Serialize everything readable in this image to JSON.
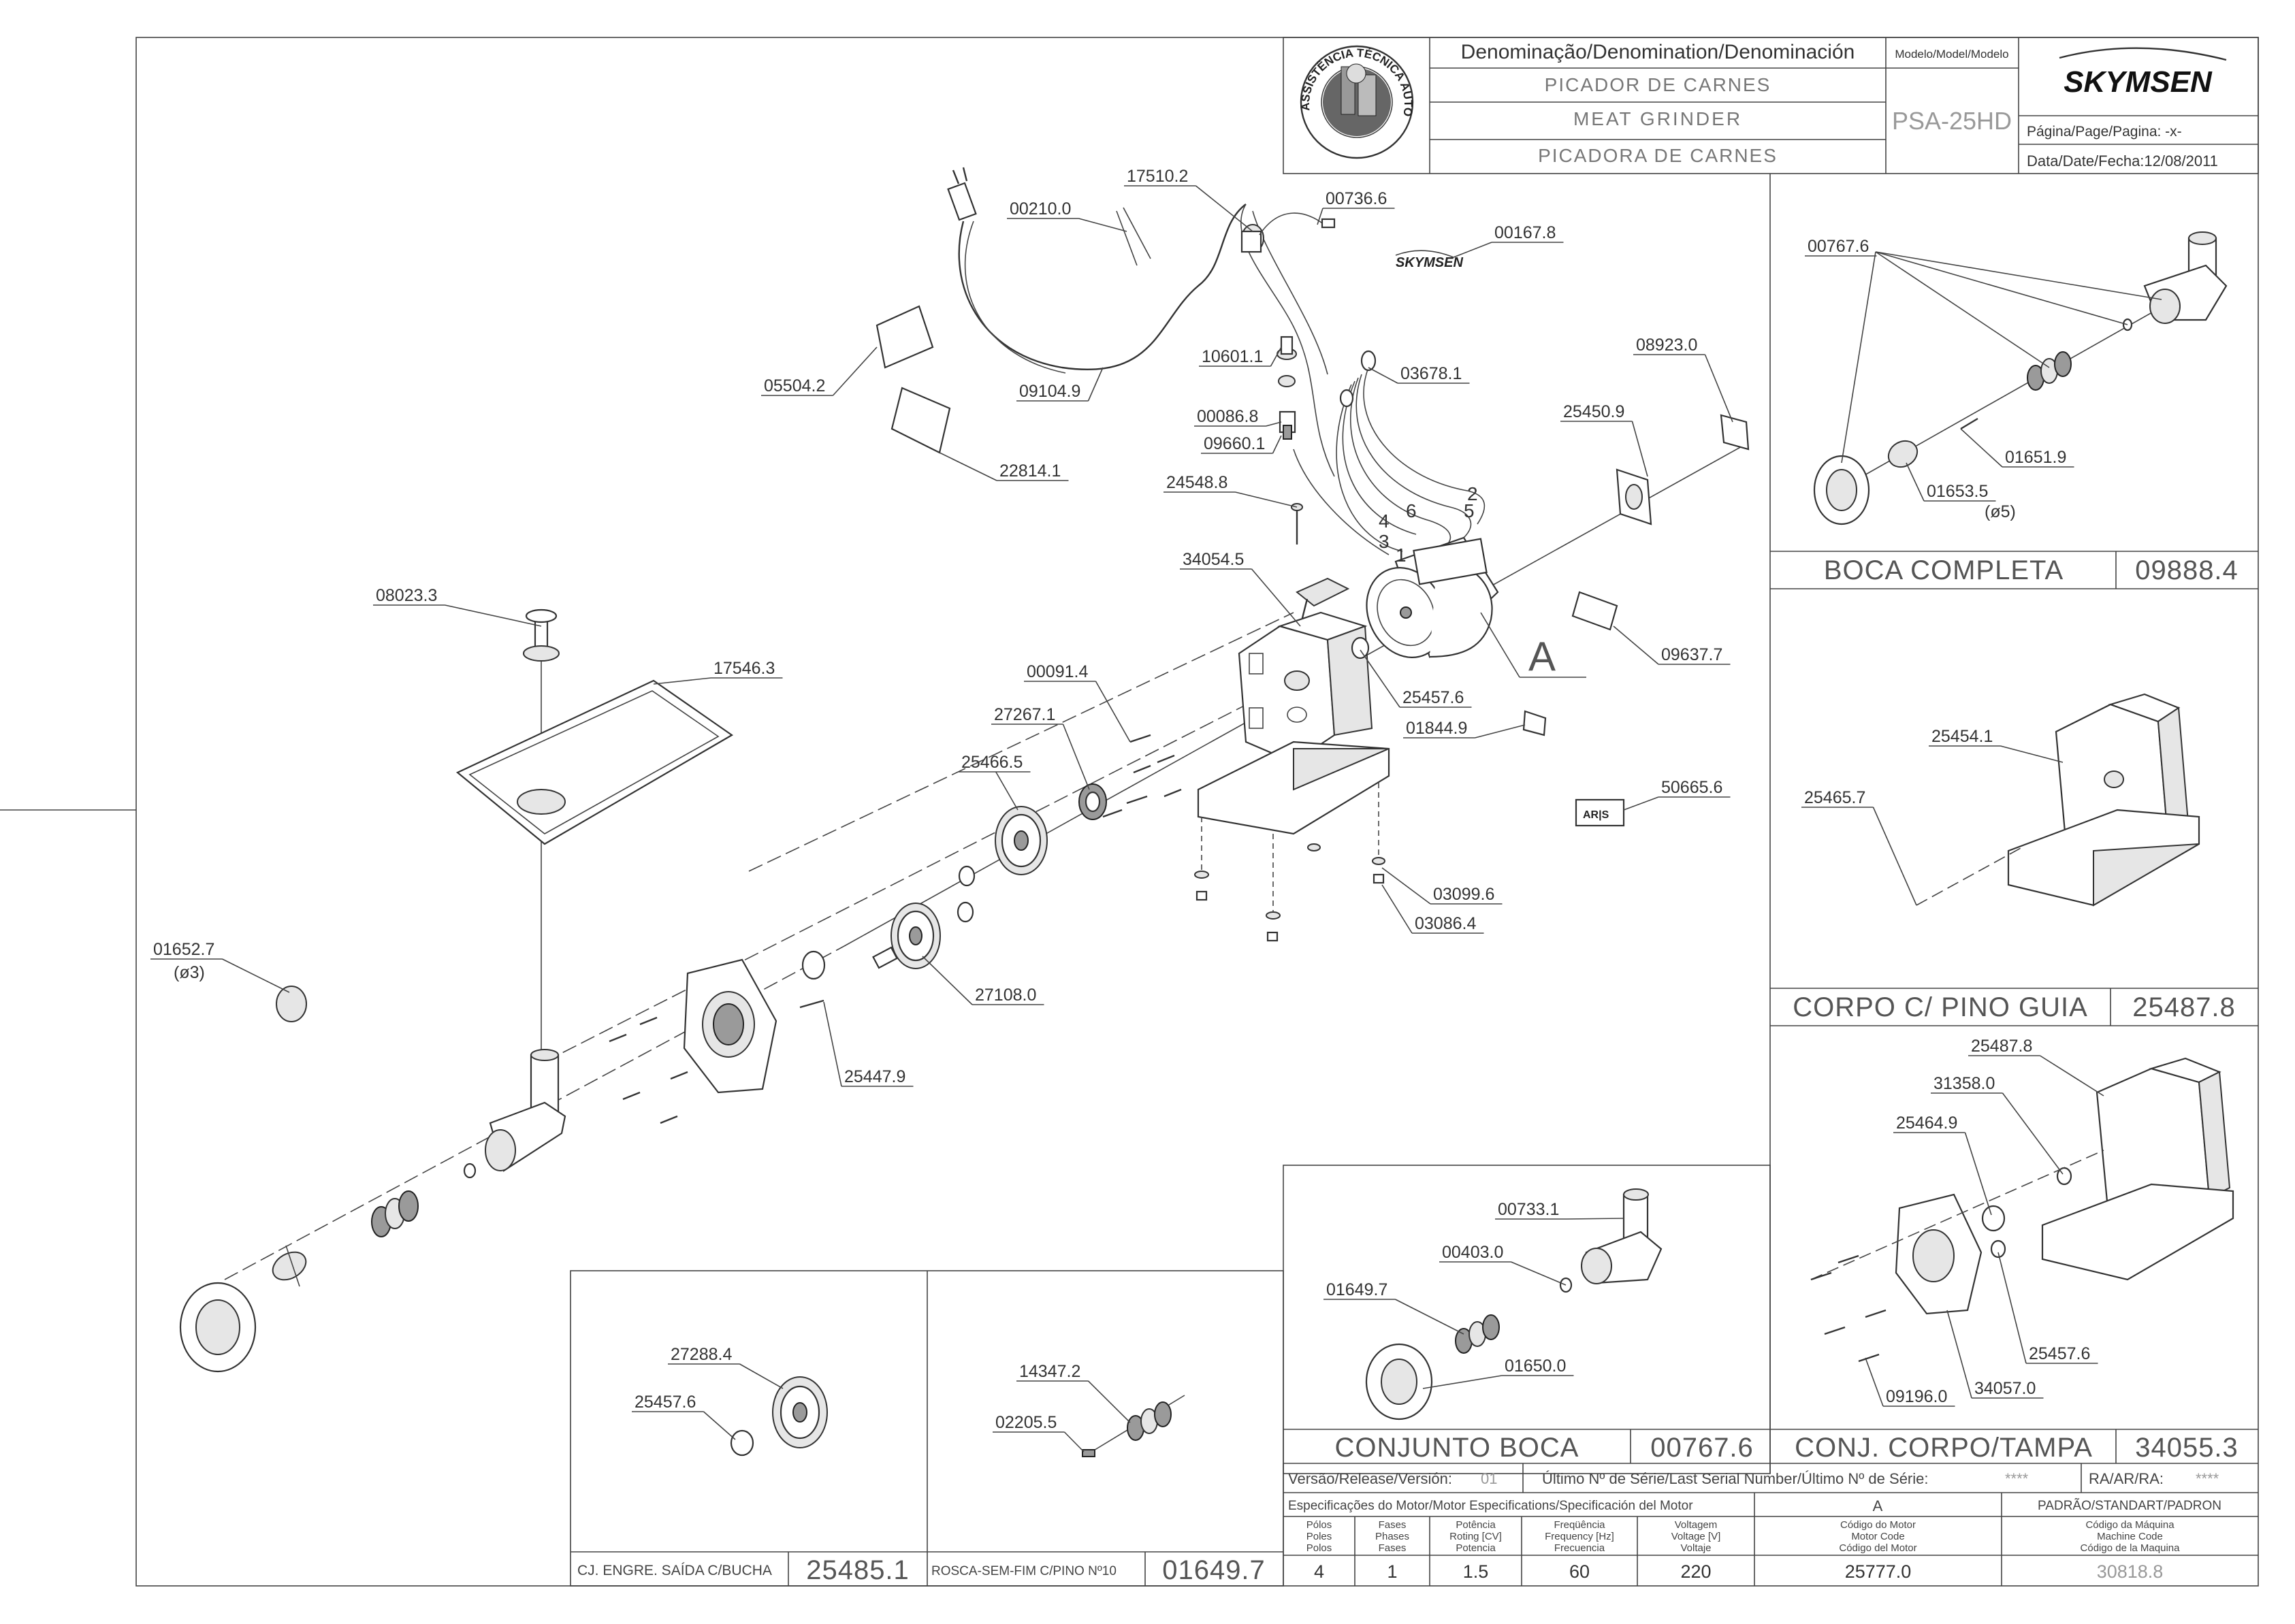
{
  "title_block": {
    "denomination_header": "Denominação/Denomination/Denominación",
    "name_pt": "PICADOR DE CARNES",
    "name_en": "MEAT GRINDER",
    "name_es": "PICADORA DE CARNES",
    "model_header": "Modelo/Model/Modelo",
    "model": "PSA-25HD",
    "brand": "SKYMSEN",
    "page_label": "Página/Page/Pagina: -x-",
    "date_label": "Data/Date/Fecha:12/08/2011",
    "seal_text": "ASSISTÊNCIA TÉCNICA AUTORIZADA"
  },
  "main_labels": [
    "17510.2",
    "00736.6",
    "00210.0",
    "00167.8",
    "05504.2",
    "09104.9",
    "10601.1",
    "03678.1",
    "08923.0",
    "00086.8",
    "25450.9",
    "09660.1",
    "22814.1",
    "24548.8",
    "34054.5",
    "08023.3",
    "17546.3",
    "00091.4",
    "27267.1",
    "25466.5",
    "25457.6",
    "09637.7",
    "01844.9",
    "50665.6",
    "03099.6",
    "03086.4",
    "27108.0",
    "01652.7",
    "(ø3)",
    "25447.9"
  ],
  "wire_numbers": [
    "2",
    "5",
    "6",
    "4",
    "3",
    "1"
  ],
  "view_marker": "A",
  "panels": {
    "boca_completa": {
      "title": "BOCA COMPLETA",
      "code": "09888.4",
      "labels": [
        "00767.6",
        "01651.9",
        "01653.5",
        "(ø5)"
      ]
    },
    "corpo_pino": {
      "title": "CORPO C/ PINO GUIA",
      "code": "25487.8",
      "labels": [
        "25454.1",
        "25465.7"
      ]
    },
    "corpo_tampa": {
      "title": "CONJ. CORPO/TAMPA",
      "code": "34055.3",
      "labels": [
        "25487.8",
        "31358.0",
        "25464.9",
        "25457.6",
        "09196.0",
        "34057.0"
      ]
    },
    "conjunto_boca": {
      "title": "CONJUNTO BOCA",
      "code": "00767.6",
      "labels": [
        "00733.1",
        "00403.0",
        "01649.7",
        "01650.0"
      ]
    },
    "engrenagem": {
      "title": "CJ. ENGRE. SAÍDA C/BUCHA",
      "code": "25485.1",
      "labels": [
        "27288.4",
        "25457.6"
      ]
    },
    "rosca": {
      "title": "ROSCA-SEM-FIM C/PINO Nº10",
      "code": "01649.7",
      "labels": [
        "14347.2",
        "02205.5"
      ]
    }
  },
  "info_table": {
    "version_label": "Versão/Release/Versión:",
    "version": "01",
    "serial_label": "Último Nº de Série/Last Serial Number/Último Nº de Série:",
    "serial": "****",
    "ra_label": "RA/AR/RA:",
    "ra": "****",
    "motor_spec_header": "Especificações do Motor/Motor Especifications/Specificación del Motor",
    "motor_code_header": "A",
    "standard_header": "PADRÃO/STANDART/PADRON",
    "columns": [
      {
        "h": [
          "Pólos",
          "Poles",
          "Polos"
        ],
        "v": "4"
      },
      {
        "h": [
          "Fases",
          "Phases",
          "Fases"
        ],
        "v": "1"
      },
      {
        "h": [
          "Potência",
          "Roting [CV]",
          "Potencia"
        ],
        "v": "1.5"
      },
      {
        "h": [
          "Freqüência",
          "Frequency [Hz]",
          "Frecuencia"
        ],
        "v": "60"
      },
      {
        "h": [
          "Voltagem",
          "Voltage [V]",
          "Voltaje"
        ],
        "v": "220"
      },
      {
        "h": [
          "Código do Motor",
          "Motor Code",
          "Código del Motor"
        ],
        "v": "25777.0"
      },
      {
        "h": [
          "Código da Máquina",
          "Machine Code",
          "Código de la Maquina"
        ],
        "v": "30818.8"
      }
    ]
  }
}
